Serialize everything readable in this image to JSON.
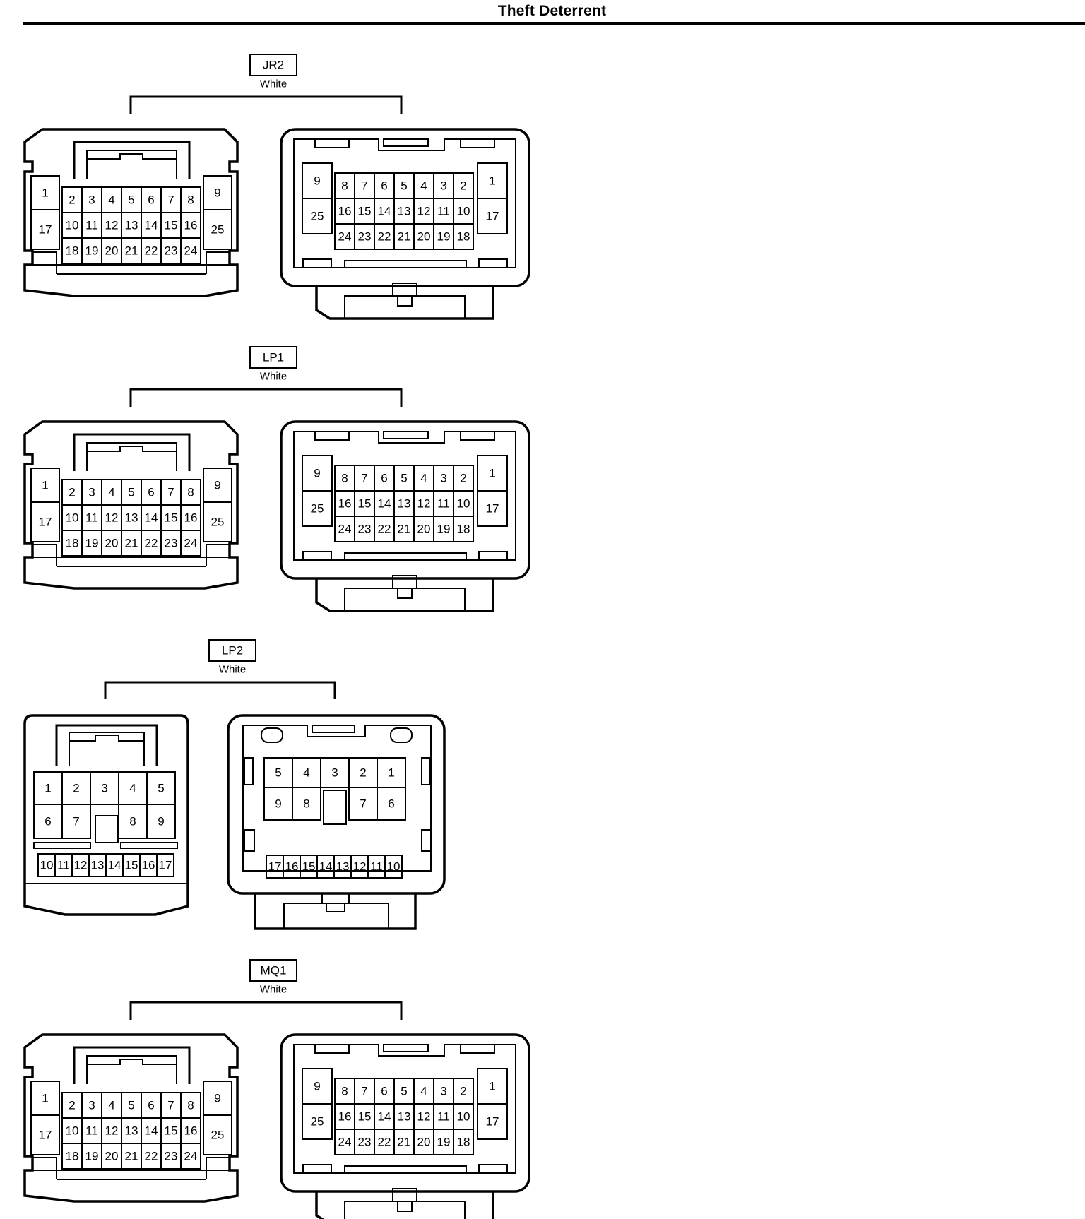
{
  "page": {
    "title": "Theft Deterrent"
  },
  "connectors": [
    {
      "id": "JR2",
      "color": "White",
      "type": "25pin"
    },
    {
      "id": "LP1",
      "color": "White",
      "type": "25pin"
    },
    {
      "id": "LP2",
      "color": "White",
      "type": "17pin"
    },
    {
      "id": "MQ1",
      "color": "White",
      "type": "25pin"
    }
  ]
}
